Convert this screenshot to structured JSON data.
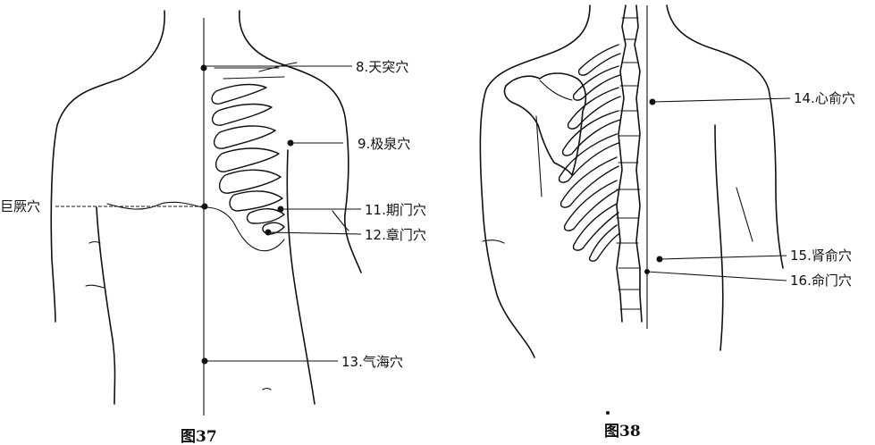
{
  "figure37": {
    "caption": "图37",
    "points": {
      "tiantu": "8.天突穴",
      "jiquan": "9.极泉穴",
      "juque": "巨厥穴",
      "qimen": "11.期门穴",
      "zhangmen": "12.章门穴",
      "qihai": "13.气海穴"
    }
  },
  "figure38": {
    "caption": "图38",
    "points": {
      "xinshu": "14.心俞穴",
      "shenshu": "15.肾俞穴",
      "mingmen": "16.命门穴"
    }
  }
}
